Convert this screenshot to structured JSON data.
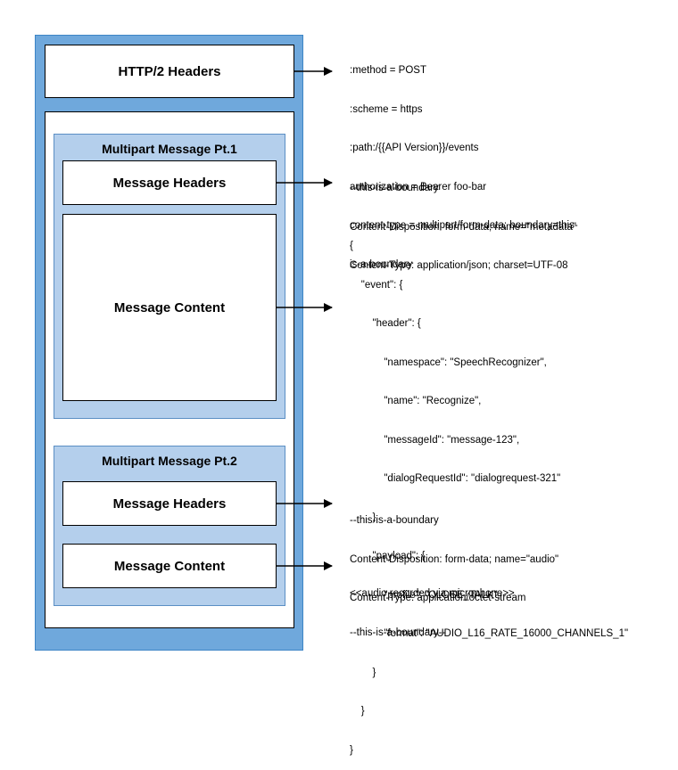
{
  "http_headers": {
    "label": "HTTP/2 Headers",
    "lines": [
      ":method = POST",
      ":scheme = https",
      ":path:/{{API Version}}/events",
      "authorization = Bearer foo-bar",
      "content-type = multipart/form-data; boundary=this-",
      "is-a-boundary"
    ]
  },
  "part1": {
    "title": "Multipart Message Pt.1",
    "headers_label": "Message Headers",
    "content_label": "Message Content",
    "headers_lines": [
      "--this-is-a-boundary",
      "Content-Disposition: form-data; name=\"metadata\"",
      "Content-Type: application/json; charset=UTF-08"
    ],
    "content_lines": [
      "{",
      "    \"event\": {",
      "        \"header\": {",
      "            \"namespace\": \"SpeechRecognizer\",",
      "            \"name\": \"Recognize\",",
      "            \"messageId\": \"message-123\",",
      "            \"dialogRequestId\": \"dialogrequest-321\"",
      "        }",
      "        \"payload\": {",
      "            \"profile\": \"CLOSE_TALK\",",
      "            \"format\": \"AUDIO_L16_RATE_16000_CHANNELS_1\"",
      "        }",
      "    }",
      "}"
    ]
  },
  "part2": {
    "title": "Multipart Message Pt.2",
    "headers_label": "Message Headers",
    "content_label": "Message Content",
    "headers_lines": [
      "--this-is-a-boundary",
      "Content-Disposition: form-data; name=\"audio\"",
      "Content-Type: application/octet-stream"
    ],
    "content_lines": [
      "<<audio recorded via microphone>>",
      "--this-is-a-boundary--"
    ]
  },
  "colors": {
    "outer_fill": "#6fa8dc",
    "part_fill": "#b4cfec"
  }
}
